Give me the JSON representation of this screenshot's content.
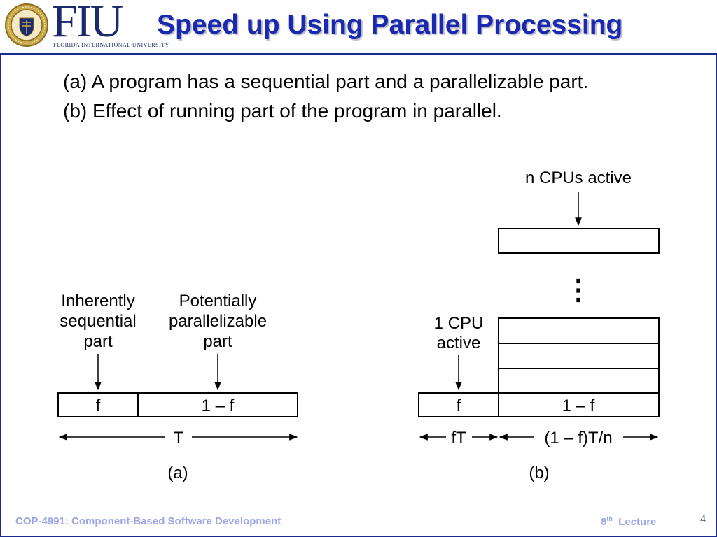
{
  "header": {
    "logo_text": "FIU",
    "logo_subtitle": "FLORIDA INTERNATIONAL UNIVERSITY",
    "title": "Speed up Using Parallel Processing"
  },
  "bullets": [
    "(a) A program has a sequential part and a parallelizable part.",
    "(b) Effect of running part of the program in parallel."
  ],
  "diagram_a": {
    "label_sequential": [
      "Inherently",
      "sequential",
      "part"
    ],
    "label_parallel": [
      "Potentially",
      "parallelizable",
      "part"
    ],
    "box_f": "f",
    "box_1f": "1 – f",
    "span_label": "T",
    "caption": "(a)"
  },
  "diagram_b": {
    "label_n": "n CPUs active",
    "label_one": [
      "1 CPU",
      "active"
    ],
    "ellipsis": "⋮",
    "box_f": "f",
    "box_1f": "1 – f",
    "span_left": "fT",
    "span_right": "(1 – f)T/n",
    "caption": "(b)"
  },
  "footer": {
    "course": "COP-4991: Component-Based Software Development",
    "lecture_num": "8",
    "lecture_sup": "th",
    "lecture_word": "Lecture",
    "page": "4"
  }
}
